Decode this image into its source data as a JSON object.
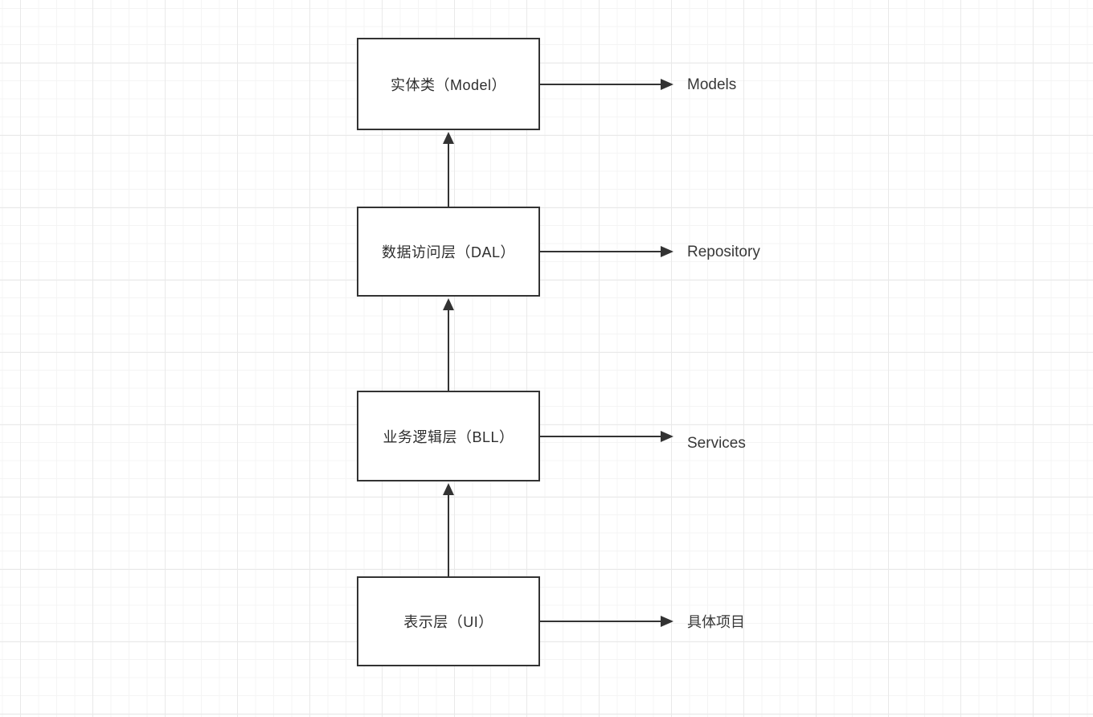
{
  "diagram": {
    "title": "Layered architecture mapping diagram",
    "nodes": [
      {
        "label": "实体类（Model）",
        "output": "Models"
      },
      {
        "label": "数据访问层（DAL）",
        "output": "Repository"
      },
      {
        "label": "业务逻辑层（BLL）",
        "output": "Services"
      },
      {
        "label": "表示层（UI）",
        "output": "具体项目"
      }
    ],
    "flow_direction": "bottom-to-top",
    "colors": {
      "line": "#333333",
      "box_border": "#333333",
      "box_fill": "#ffffff",
      "text": "#2e2e2e",
      "grid_minor": "#f4f4f4",
      "grid_major": "#e9e9e9",
      "background": "#ffffff"
    }
  }
}
